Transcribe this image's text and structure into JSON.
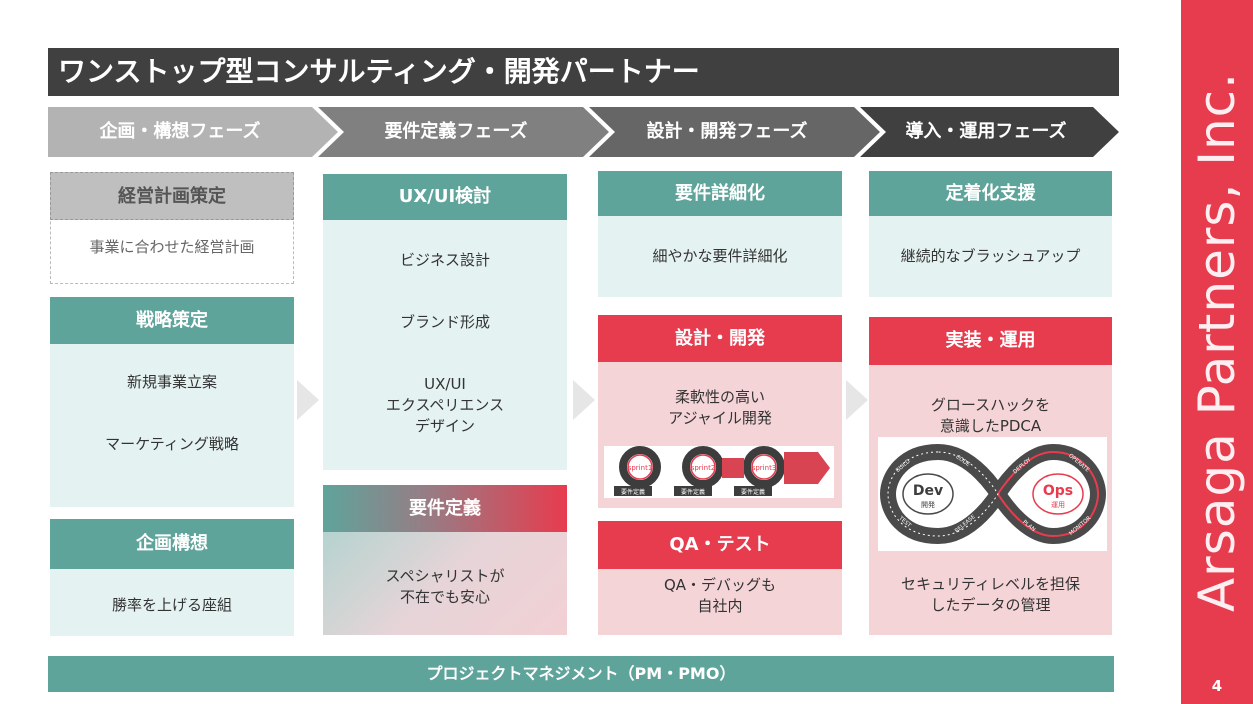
{
  "title": "ワンストップ型コンサルティング・開発パートナー",
  "phases": [
    "企画・構想フェーズ",
    "要件定義フェーズ",
    "設計・開発フェーズ",
    "導入・運用フェーズ"
  ],
  "col1": {
    "keiei": {
      "header": "経営計画策定",
      "body": "事業に合わせた経営計画"
    },
    "senryaku": {
      "header": "戦略策定",
      "item1": "新規事業立案",
      "item2": "マーケティング戦略"
    },
    "kikaku": {
      "header": "企画構想",
      "body": "勝率を上げる座組"
    }
  },
  "col2": {
    "uxui": {
      "header": "UX/UI検討",
      "item1": "ビジネス設計",
      "item2": "ブランド形成",
      "item3": "UX/UI\nエクスペリエンス\nデザイン"
    },
    "youken": {
      "header": "要件定義",
      "body": "スペシャリストが\n不在でも安心"
    }
  },
  "col3": {
    "shousai": {
      "header": "要件詳細化",
      "body": "細やかな要件詳細化"
    },
    "sekkei": {
      "header": "設計・開発",
      "body": "柔軟性の高い\nアジャイル開発"
    },
    "sprints": [
      "sprint1",
      "sprint2",
      "sprint3"
    ],
    "sprint_label": "要件定義",
    "qa": {
      "header": "QA・テスト",
      "body": "QA・デバッグも\n自社内"
    }
  },
  "col4": {
    "teichaku": {
      "header": "定着化支援",
      "body": "継続的なブラッシュアップ"
    },
    "jissou": {
      "header": "実装・運用",
      "body1": "グロースハックを\n意識したPDCA",
      "body2": "セキュリティレベルを担保\nしたデータの管理"
    },
    "devops": {
      "dev": "Dev",
      "dev_sub": "開発",
      "ops": "Ops",
      "ops_sub": "運用",
      "stages": [
        "BUILD",
        "CODE",
        "DEPLOY",
        "OPERATE",
        "MONITOR",
        "PLAN",
        "RELEASE",
        "TEST"
      ]
    }
  },
  "pm_bar": "プロジェクトマネジメント（PM・PMO）",
  "brand": "Arsaga Partners, Inc.",
  "page_number": "4",
  "colors": {
    "teal": "#5fa49b",
    "light_teal": "#e5f2f2",
    "red": "#e73c4e",
    "pink": "#f5d4d7",
    "dark": "#404040"
  }
}
